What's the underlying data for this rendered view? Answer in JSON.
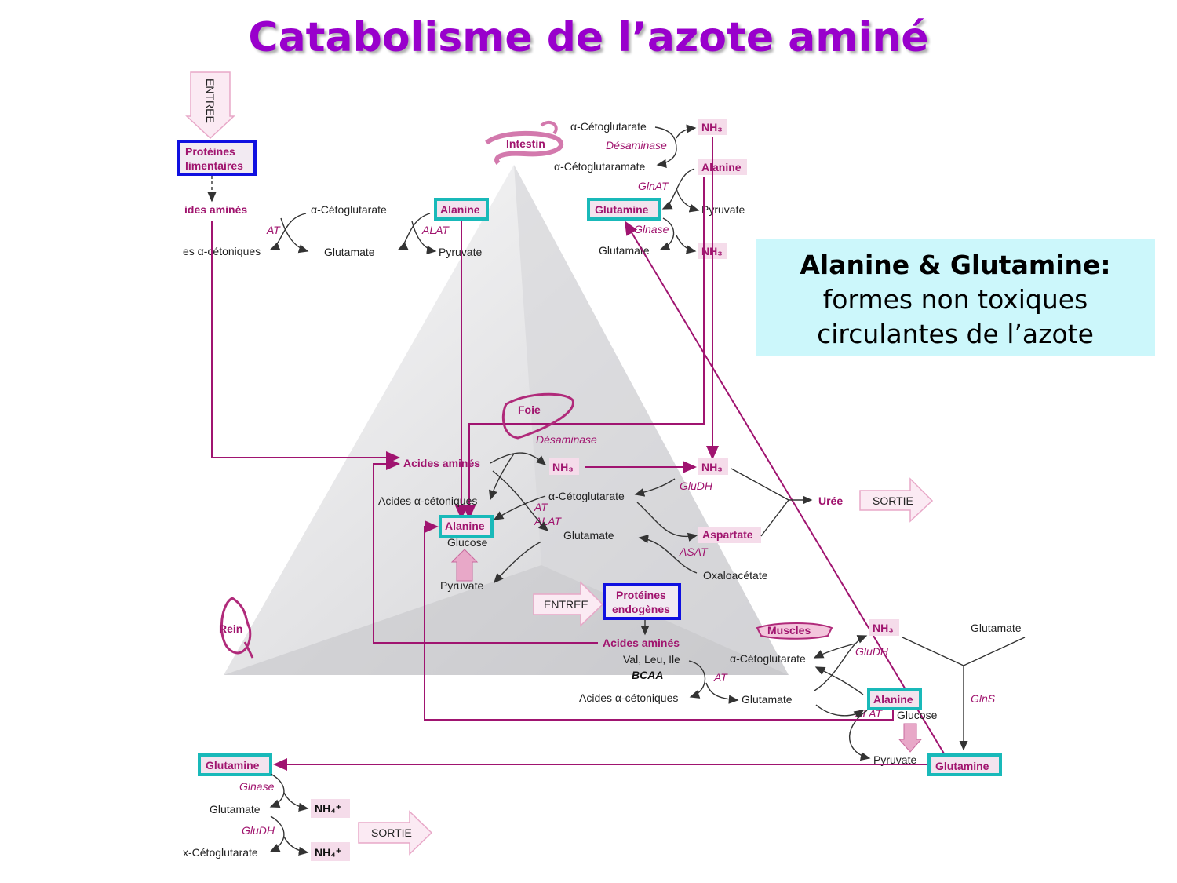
{
  "title": "Catabolisme de l’azote aminé",
  "callout": {
    "heading": "Alanine & Glutamine:",
    "line1": "formes non toxiques",
    "line2": "circulantes de l’azote"
  },
  "top_left": {
    "entree": "ENTREE",
    "proteines_l1": "Protéines",
    "proteines_l2": "limentaires",
    "acides_amines": "ides aminés",
    "a_ceto": "α-Cétoglutarate",
    "alanine": "Alanine",
    "at": "AT",
    "alat": "ALAT",
    "acides_cetoniques": "es α-cétoniques",
    "glutamate": "Glutamate",
    "pyruvate": "Pyruvate"
  },
  "intestin": {
    "label": "Intestin",
    "a_ceto": "α-Cétoglutarate",
    "nh3_1": "NH₃",
    "desaminase": "Désaminase",
    "a_cetoglutaramate": "α-Cétoglutaramate",
    "alanine": "Alanine",
    "glnat": "GlnAT",
    "glutamine": "Glutamine",
    "pyruvate": "Pyruvate",
    "glnase": "Glnase",
    "glutamate": "Glutamate",
    "nh3_2": "NH₃"
  },
  "foie": {
    "label": "Foie",
    "desaminase": "Désaminase",
    "acides_amines": "Acides aminés",
    "nh3": "NH₃",
    "nh3_right": "NH₃",
    "gludh": "GluDH",
    "acides_cetoniques": "Acides α-cétoniques",
    "a_ceto": "α-Cétoglutarate",
    "at": "AT",
    "alat": "ALAT",
    "alanine": "Alanine",
    "glutamate": "Glutamate",
    "aspartate": "Aspartate",
    "glucose": "Glucose",
    "asat": "ASAT",
    "oxaloacetate": "Oxaloacétate",
    "pyruvate": "Pyruvate",
    "uree": "Urée",
    "sortie": "SORTIE"
  },
  "muscles": {
    "entree": "ENTREE",
    "proteines_l1": "Protéines",
    "proteines_l2": "endogènes",
    "label": "Muscles",
    "nh3": "NH₃",
    "glutamate_top": "Glutamate",
    "acides_amines": "Acides aminés",
    "gludh": "GluDH",
    "val_leu": "Val, Leu, Ile",
    "a_ceto": "α-Cétoglutarate",
    "bcaa": "BCAA",
    "at": "AT",
    "alanine": "Alanine",
    "glns": "GlnS",
    "acides_cetoniques": "Acides α-cétoniques",
    "glutamate": "Glutamate",
    "alat": "ALAT",
    "glucose": "Glucose",
    "pyruvate": "Pyruvate",
    "glutamine": "Glutamine"
  },
  "rein": {
    "label": "Rein",
    "glutamine": "Glutamine",
    "glnase": "Glnase",
    "glutamate": "Glutamate",
    "nh4_1": "NH₄⁺",
    "gludh": "GluDH",
    "sortie": "SORTIE",
    "a_ceto": "x-Cétoglutarate",
    "nh4_2": "NH₄⁺"
  }
}
